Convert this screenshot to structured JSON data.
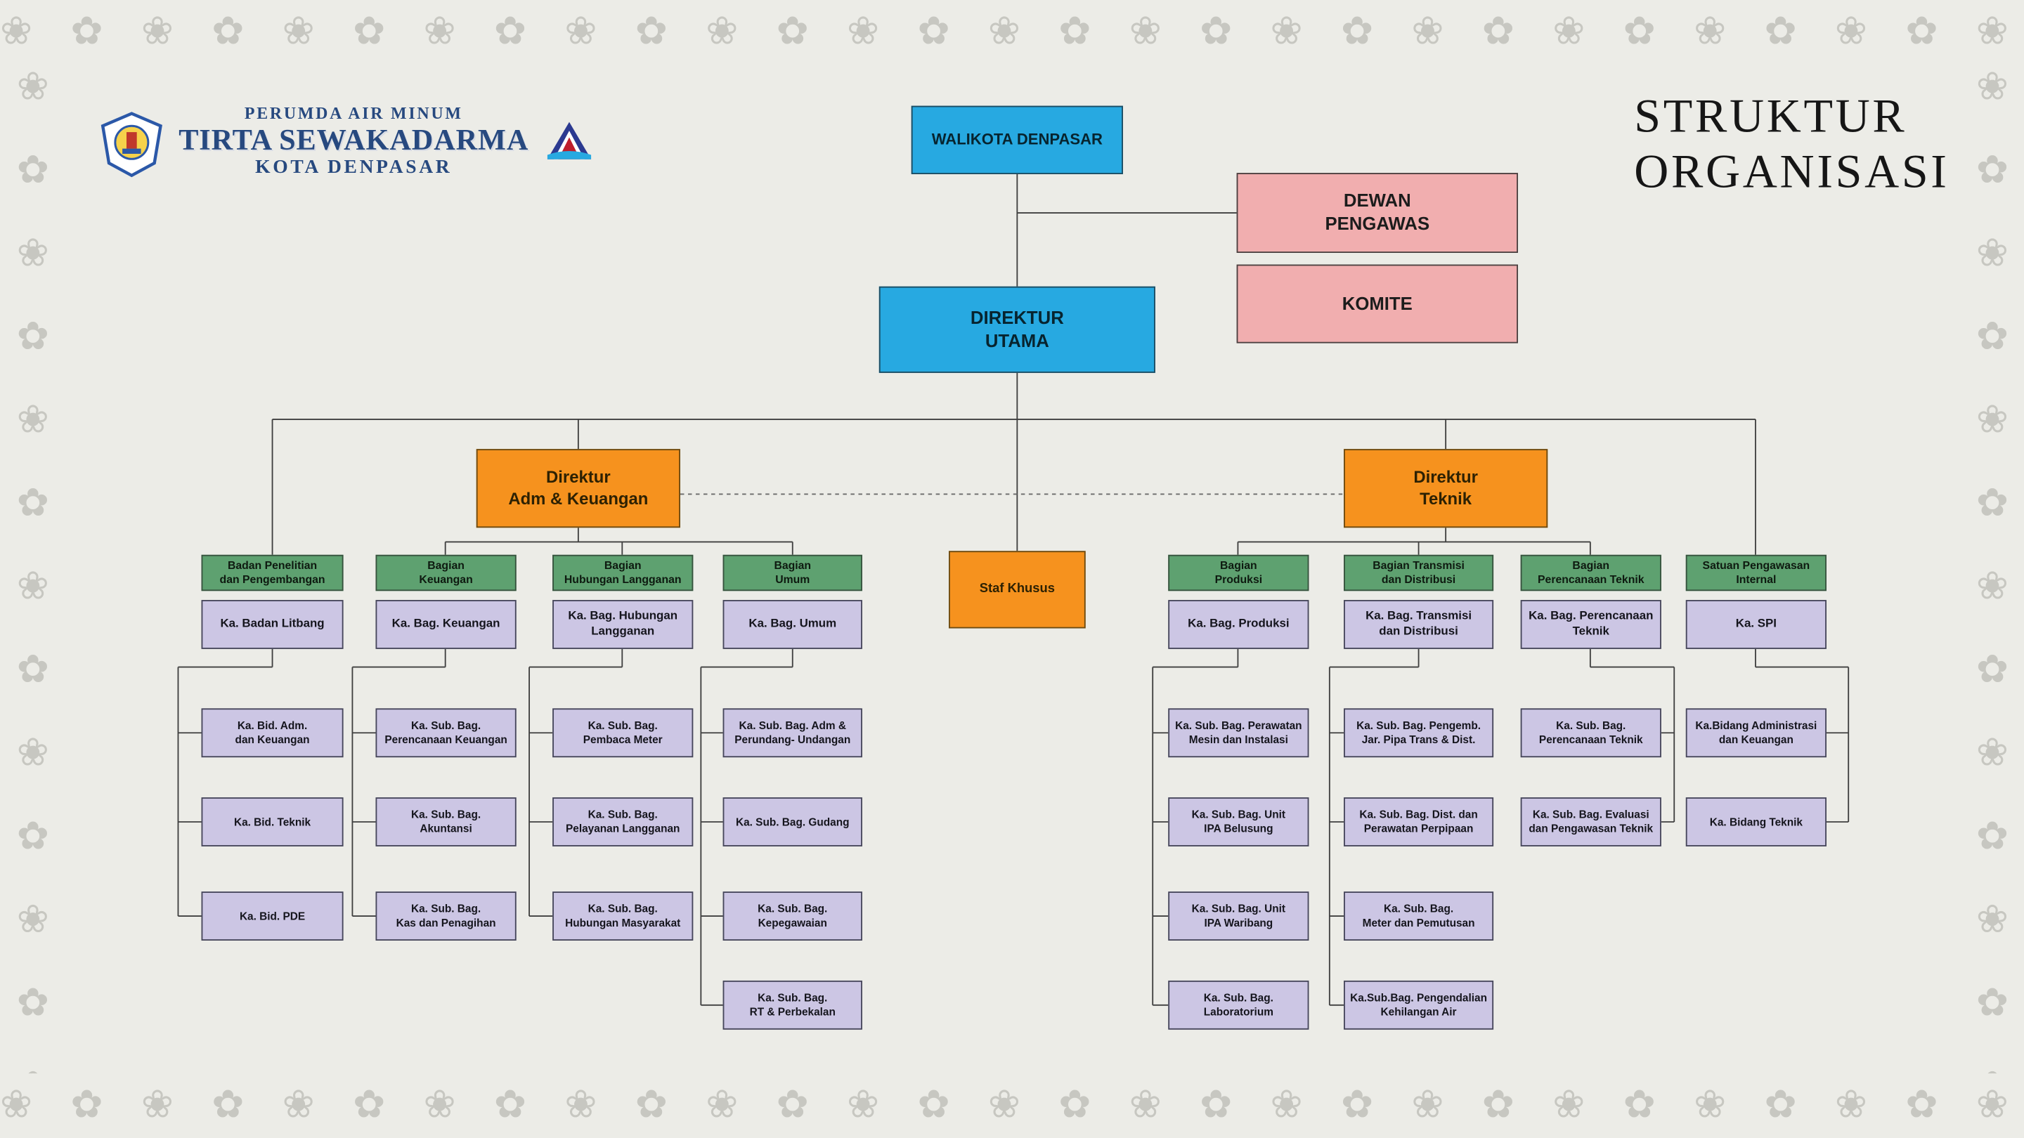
{
  "header": {
    "brand_top": "PERUMDA AIR MINUM",
    "brand_main": "TIRTA SEWAKADARMA",
    "brand_bottom": "KOTA DENPASAR",
    "title_line1": "STRUKTUR",
    "title_line2": "ORGANISASI"
  },
  "decor": {
    "ornament": "❀ ✿ "
  },
  "colors": {
    "background": "#ECECE7",
    "ornament_gray": "#C7C7C1",
    "blue": "#27A9E1",
    "pink": "#F1AEAF",
    "orange": "#F6921E",
    "green": "#5EA170",
    "purple": "#CCC6E4",
    "line": "#3F3F3F",
    "brand_blue": "#27497F"
  },
  "nodes": {
    "walikota": "WALIKOTA DENPASAR",
    "dewan_pengawas": "DEWAN\nPENGAWAS",
    "komite": "KOMITE",
    "direktur_utama": "DIREKTUR\nUTAMA",
    "direktur_adm": "Direktur\nAdm & Keuangan",
    "direktur_teknik": "Direktur\nTeknik",
    "staf_khusus": "Staf Khusus"
  },
  "columns": [
    {
      "dept": "Badan Penelitian\ndan Pengembangan",
      "head": "Ka. Badan Litbang",
      "subs": [
        "Ka. Bid. Adm.\ndan Keuangan",
        "Ka. Bid. Teknik",
        "Ka. Bid. PDE"
      ]
    },
    {
      "dept": "Bagian\nKeuangan",
      "head": "Ka. Bag. Keuangan",
      "subs": [
        "Ka. Sub. Bag.\nPerencanaan Keuangan",
        "Ka. Sub. Bag.\nAkuntansi",
        "Ka. Sub. Bag.\nKas dan Penagihan"
      ]
    },
    {
      "dept": "Bagian\nHubungan Langganan",
      "head": "Ka. Bag. Hubungan\nLangganan",
      "subs": [
        "Ka. Sub. Bag.\nPembaca Meter",
        "Ka. Sub. Bag.\nPelayanan Langganan",
        "Ka. Sub. Bag.\nHubungan Masyarakat"
      ]
    },
    {
      "dept": "Bagian\nUmum",
      "head": "Ka. Bag. Umum",
      "subs": [
        "Ka. Sub. Bag. Adm &\nPerundang- Undangan",
        "Ka. Sub. Bag. Gudang",
        "Ka. Sub. Bag.\nKepegawaian",
        "Ka. Sub. Bag.\nRT & Perbekalan"
      ]
    },
    {
      "dept": "Bagian\nProduksi",
      "head": "Ka. Bag. Produksi",
      "subs": [
        "Ka. Sub. Bag. Perawatan\nMesin dan Instalasi",
        "Ka. Sub. Bag. Unit\nIPA Belusung",
        "Ka. Sub. Bag. Unit\nIPA Waribang",
        "Ka. Sub. Bag.\nLaboratorium"
      ]
    },
    {
      "dept": "Bagian Transmisi\ndan Distribusi",
      "head": "Ka. Bag. Transmisi\ndan Distribusi",
      "subs": [
        "Ka. Sub. Bag. Pengemb.\nJar. Pipa Trans & Dist.",
        "Ka. Sub. Bag. Dist. dan\nPerawatan Perpipaan",
        "Ka. Sub. Bag.\nMeter dan Pemutusan",
        "Ka.Sub.Bag. Pengendalian\nKehilangan Air"
      ]
    },
    {
      "dept": "Bagian\nPerencanaan Teknik",
      "head": "Ka. Bag. Perencanaan\nTeknik",
      "subs": [
        "Ka. Sub. Bag.\nPerencanaan Teknik",
        "Ka. Sub. Bag. Evaluasi\ndan Pengawasan Teknik"
      ]
    },
    {
      "dept": "Satuan Pengawasan\nInternal",
      "head": "Ka. SPI",
      "subs": [
        "Ka.Bidang Administrasi\ndan Keuangan",
        "Ka. Bidang Teknik"
      ]
    }
  ]
}
